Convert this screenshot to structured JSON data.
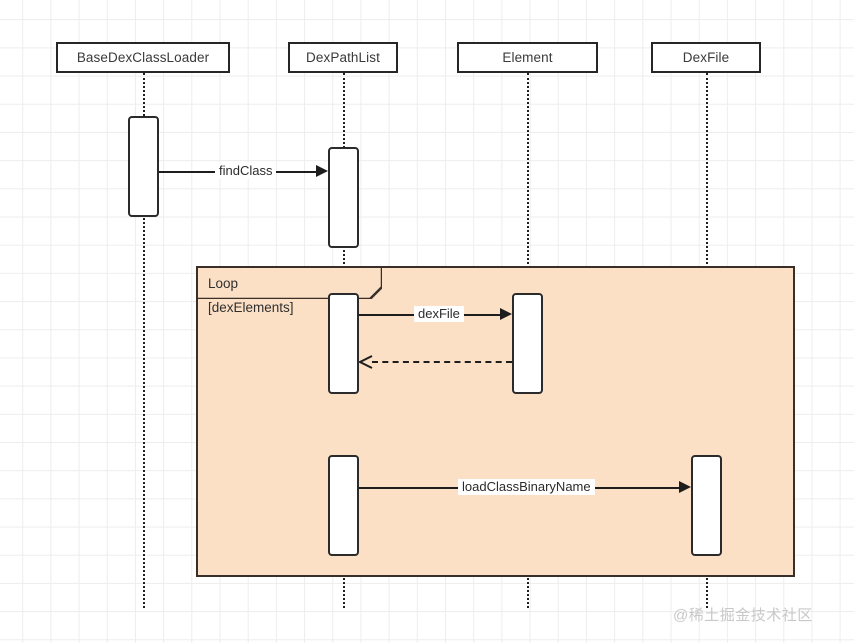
{
  "diagram": {
    "type": "uml-sequence-diagram",
    "background": "#ffffff",
    "grid_color": "#ededed",
    "fragment_fill": "#fbe0c6",
    "fragment_border": "#3a2f28",
    "line_color": "#1d1d1d"
  },
  "participants": [
    {
      "id": "basedexclassloader",
      "label": "BaseDexClassLoader"
    },
    {
      "id": "dexpathlist",
      "label": "DexPathList"
    },
    {
      "id": "element",
      "label": "Element"
    },
    {
      "id": "dexfile",
      "label": "DexFile"
    }
  ],
  "fragment": {
    "operator": "Loop",
    "guard": "[dexElements]"
  },
  "messages": [
    {
      "id": "findclass",
      "label": "findClass",
      "from": "basedexclassloader",
      "to": "dexpathlist",
      "style": "solid",
      "arrow": "filled",
      "direction": "right"
    },
    {
      "id": "dexfile-msg",
      "label": "dexFile",
      "from": "dexpathlist",
      "to": "element",
      "style": "solid",
      "arrow": "filled",
      "direction": "right"
    },
    {
      "id": "return-element",
      "label": "",
      "from": "element",
      "to": "dexpathlist",
      "style": "dashed",
      "arrow": "open",
      "direction": "left"
    },
    {
      "id": "loadclassbinaryname",
      "label": "loadClassBinaryName",
      "from": "dexpathlist",
      "to": "dexfile",
      "style": "solid",
      "arrow": "filled",
      "direction": "right"
    }
  ],
  "watermark": {
    "text": "@稀土掘金技术社区"
  }
}
